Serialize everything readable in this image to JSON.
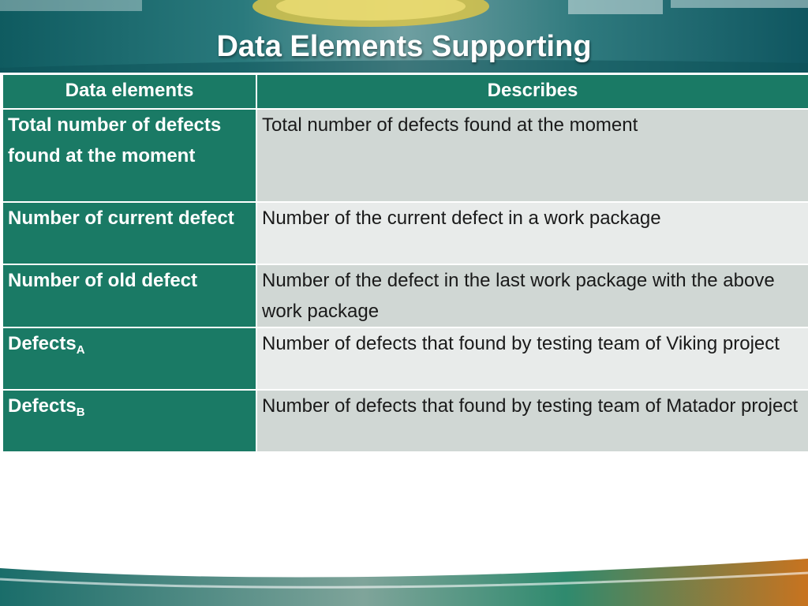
{
  "slide": {
    "title": "Data Elements Supporting"
  },
  "table": {
    "headers": [
      "Data elements",
      "Describes"
    ],
    "rows": [
      {
        "element": "Total number of defects found at the moment",
        "element_sub": "",
        "description": "Total number of defects found at the moment"
      },
      {
        "element": "Number of current defect",
        "element_sub": "",
        "description": "Number of the current defect in a work package"
      },
      {
        "element": "Number of old defect",
        "element_sub": "",
        "description": "Number of the defect in the last  work package with the above work package"
      },
      {
        "element": "Defects",
        "element_sub": "A",
        "description": "Number of defects that found by testing team of Viking project"
      },
      {
        "element": "Defects",
        "element_sub": "B",
        "description": "Number of defects that found by testing team of Matador project"
      }
    ]
  },
  "colors": {
    "header_teal": "#1a7a65",
    "row_odd": "#d0d7d4",
    "row_even": "#e8ebea",
    "footer_orange": "#c8731f"
  }
}
